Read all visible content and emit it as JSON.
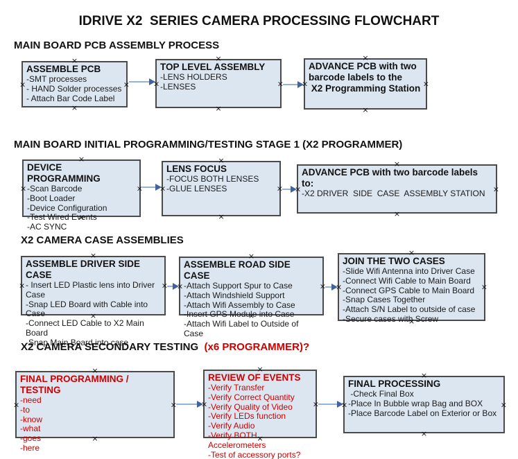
{
  "title": "IDRIVE X2  SERIES CAMERA PROCESSING FLOWCHART",
  "colors": {
    "box_fill": "#dce6f1",
    "box_border": "#4a4a4a",
    "arrow_line": "#95b3d7",
    "arrow_head": "#44639e",
    "red_text": "#cc0000"
  },
  "sections": [
    {
      "header": "MAIN BOARD PCB ASSEMBLY PROCESS",
      "boxes": [
        {
          "title": "ASSEMBLE PCB",
          "items": [
            "-SMT processes",
            "- HAND Solder processes",
            "- Attach Bar Code Label"
          ]
        },
        {
          "title": "TOP LEVEL ASSEMBLY",
          "items": [
            "-LENS HOLDERS",
            "-LENSES"
          ]
        },
        {
          "title": "ADVANCE PCB with two\nbarcode labels to the\n X2 Programming Station",
          "items": []
        }
      ]
    },
    {
      "header": "MAIN BOARD INITIAL PROGRAMMING/TESTING STAGE 1 (X2 PROGRAMMER)",
      "boxes": [
        {
          "title": "DEVICE PROGRAMMING",
          "items": [
            "-Scan Barcode",
            "-Boot Loader",
            "-Device Configuration",
            "-Test Wired Events",
            "-AC SYNC"
          ]
        },
        {
          "title": "LENS FOCUS",
          "items": [
            "-FOCUS BOTH LENSES",
            "-GLUE LENSES"
          ]
        },
        {
          "title": "ADVANCE PCB with two barcode labels to:",
          "items": [
            "-X2 DRIVER  SIDE  CASE  ASSEMBLY STATION"
          ]
        }
      ]
    },
    {
      "header": "X2 CAMERA CASE ASSEMBLIES",
      "boxes": [
        {
          "title": "ASSEMBLE DRIVER SIDE CASE",
          "items": [
            "- Insert LED Plastic lens into Driver Case",
            "-Snap LED Board with Cable into Case",
            "-Connect LED Cable to X2 Main Board",
            "-Snap Main Board into case"
          ]
        },
        {
          "title": "ASSEMBLE ROAD SIDE CASE",
          "items": [
            "-Attach Support Spur to Case",
            "-Attach Windshield Support",
            "-Attach Wifi Assembly to Case",
            "-Insert GPS Module into Case",
            "-Attach Wifi Label to Outside of Case"
          ]
        },
        {
          "title": "JOIN THE TWO CASES",
          "items": [
            "-Slide Wifi Antenna into Driver Case",
            "-Connect Wifi Cable to Main Board",
            "-Connect GPS Cable to Main Board",
            "-Snap Cases Together",
            "-Attach S/N Label to outside of case",
            "-Secure cases with Screw"
          ]
        }
      ]
    },
    {
      "header": "X2 CAMERA SECONDARY TESTING",
      "header_red": "  (x6 PROGRAMMER)?",
      "boxes": [
        {
          "title": "FINAL PROGRAMMING / TESTING",
          "red": true,
          "items": [
            "-need",
            "-to",
            "-know",
            "-what",
            "-goes",
            "-here"
          ]
        },
        {
          "title": "REVIEW OF EVENTS",
          "red": true,
          "items": [
            "-Verify Transfer",
            "-Verify Correct Quantity",
            "-Verify Quality of Video",
            "-Verify LEDs function",
            "-Verify Audio",
            "-Verify BOTH Accelerometers",
            "-Test of accessory ports?"
          ]
        },
        {
          "title": "FINAL PROCESSING",
          "items": [
            " -Check Final Box",
            "-Place In Bubble wrap Bag and BOX",
            "-Place Barcode Label on Exterior or Box"
          ]
        }
      ]
    }
  ]
}
